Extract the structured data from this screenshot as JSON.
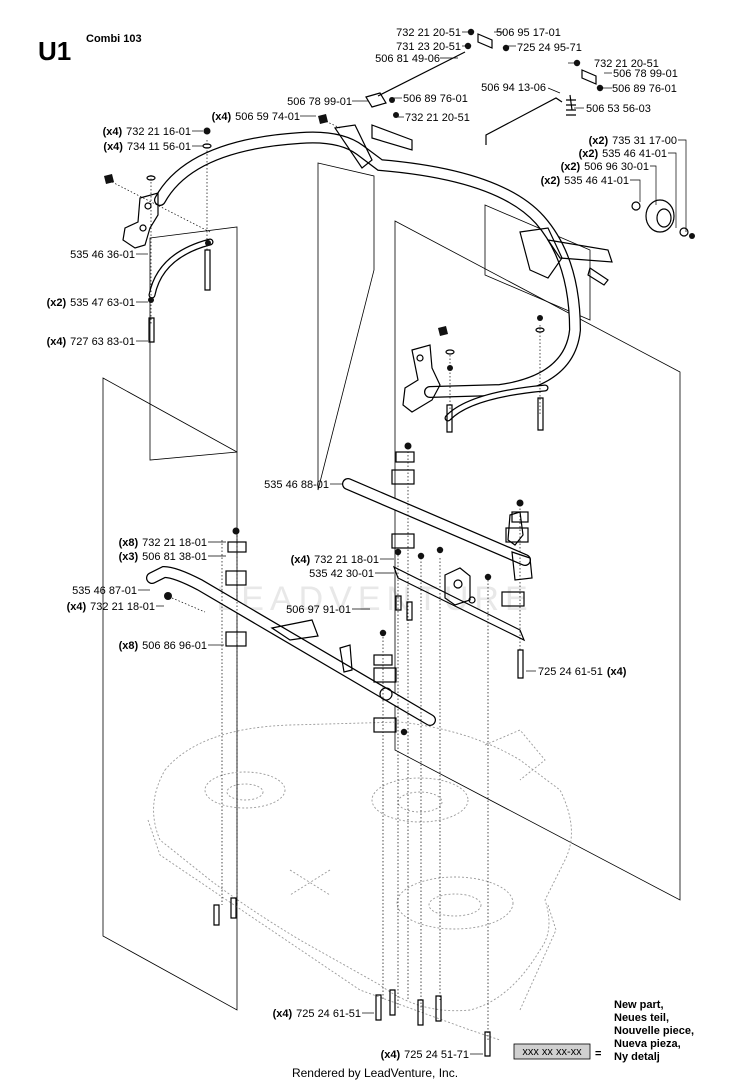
{
  "header": {
    "title": "U1",
    "subtitle": "Combi 103"
  },
  "callouts": [
    {
      "qty": "",
      "part": "732 21 20-51"
    },
    {
      "qty": "",
      "part": "506 95 17-01"
    },
    {
      "qty": "",
      "part": "731 23 20-51"
    },
    {
      "qty": "",
      "part": "725 24 95-71"
    },
    {
      "qty": "",
      "part": "506 81 49-06"
    },
    {
      "qty": "",
      "part": "732 21 20-51"
    },
    {
      "qty": "",
      "part": "506 78 99-01"
    },
    {
      "qty": "",
      "part": "506 94 13-06"
    },
    {
      "qty": "",
      "part": "506 89 76-01"
    },
    {
      "qty": "",
      "part": "506 78 99-01"
    },
    {
      "qty": "",
      "part": "506 89 76-01"
    },
    {
      "qty": "",
      "part": "506 53 56-03"
    },
    {
      "qty": "(x4)",
      "part": "506 59 74-01"
    },
    {
      "qty": "",
      "part": "732 21 20-51"
    },
    {
      "qty": "(x4)",
      "part": "732 21 16-01"
    },
    {
      "qty": "(x4)",
      "part": "734 11 56-01"
    },
    {
      "qty": "(x2)",
      "part": "735 31 17-00"
    },
    {
      "qty": "(x2)",
      "part": "535 46 41-01"
    },
    {
      "qty": "(x2)",
      "part": "506 96 30-01"
    },
    {
      "qty": "(x2)",
      "part": "535 46 41-01"
    },
    {
      "qty": "",
      "part": "535 46 36-01"
    },
    {
      "qty": "(x2)",
      "part": "535 47 63-01"
    },
    {
      "qty": "(x4)",
      "part": "727 63 83-01"
    },
    {
      "qty": "",
      "part": "535 46 88-01"
    },
    {
      "qty": "(x8)",
      "part": "732 21 18-01"
    },
    {
      "qty": "(x3)",
      "part": "506 81 38-01"
    },
    {
      "qty": "(x4)",
      "part": "732 21 18-01"
    },
    {
      "qty": "",
      "part": "535 42 30-01"
    },
    {
      "qty": "",
      "part": "535 46 87-01"
    },
    {
      "qty": "(x4)",
      "part": "732 21 18-01"
    },
    {
      "qty": "",
      "part": "506 97 91-01"
    },
    {
      "qty": "(x8)",
      "part": "506 86 96-01"
    },
    {
      "qty": "(x4)",
      "part": "725 24 61-51"
    },
    {
      "qty": "(x4)",
      "part": "725 24 61-51"
    },
    {
      "qty": "(x4)",
      "part": "725 24 51-71"
    }
  ],
  "legend": {
    "swatch": "xxx xx xx-xx",
    "equals": "=",
    "lines": [
      "New part,",
      "Neues teil,",
      "Nouvelle piece,",
      "Nueva pieza,",
      "Ny detalj"
    ]
  },
  "watermark": "LEADVENTURE",
  "footer": "Rendered by LeadVenture, Inc."
}
